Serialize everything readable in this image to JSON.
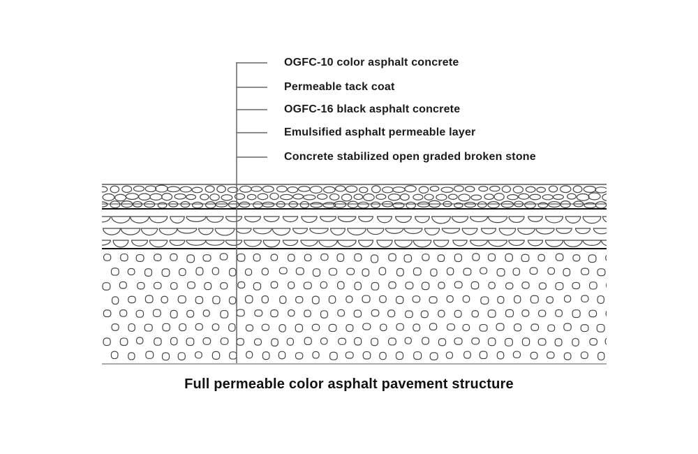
{
  "layers": [
    {
      "label": "OGFC-10 color asphalt concrete"
    },
    {
      "label": "Permeable tack coat"
    },
    {
      "label": "OGFC-16 black asphalt concrete"
    },
    {
      "label": "Emulsified asphalt permeable layer"
    },
    {
      "label": "Concrete stabilized open graded broken stone"
    }
  ],
  "caption": "Full permeable color asphalt pavement structure",
  "colors": {
    "line": "#111111",
    "leader": "#666666",
    "aggregate": "#444444",
    "background": "#ffffff"
  }
}
